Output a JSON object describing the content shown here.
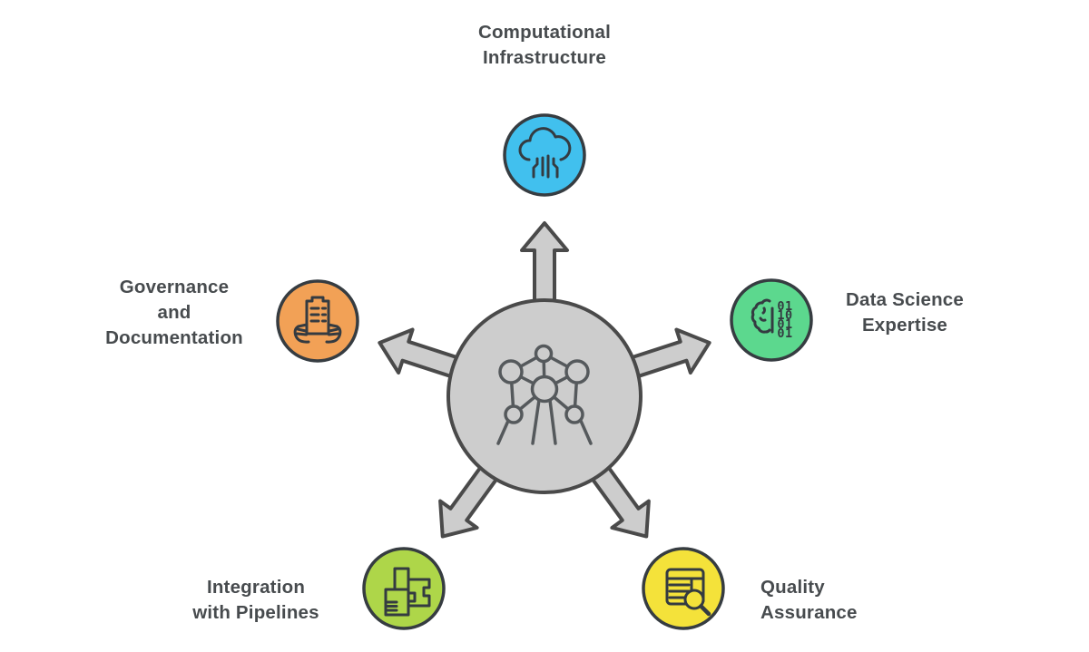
{
  "diagram_title": "",
  "palette": {
    "background": "#ffffff",
    "text": "#474b4e",
    "outline": "#363c41",
    "icon_stroke": "#343b41",
    "hub_fill": "#cdcdcd",
    "hub_stroke": "#4a4a4a",
    "hub_icon_stroke": "#55595c"
  },
  "center": {
    "name": "network-hub"
  },
  "nodes": [
    {
      "id": "computational-infrastructure",
      "position": "top",
      "label": "Computational\nInfrastructure",
      "color": "#41c0ee",
      "icon": "cloud-circuit-icon"
    },
    {
      "id": "data-science-expertise",
      "position": "right",
      "label": "Data Science\nExpertise",
      "color": "#5cd88e",
      "icon": "brain-binary-icon",
      "binary_rows": [
        "01",
        "10",
        "01",
        "01"
      ]
    },
    {
      "id": "quality-assurance",
      "position": "bottom-right",
      "label": "Quality\nAssurance",
      "color": "#f4e23a",
      "icon": "table-magnifier-icon"
    },
    {
      "id": "integration-with-pipelines",
      "position": "bottom-left",
      "label": "Integration\nwith Pipelines",
      "color": "#aed649",
      "icon": "puzzle-pipeline-icon"
    },
    {
      "id": "governance-and-documentation",
      "position": "left",
      "label": "Governance\nand\nDocumentation",
      "color": "#f2a156",
      "icon": "hands-document-icon"
    }
  ]
}
